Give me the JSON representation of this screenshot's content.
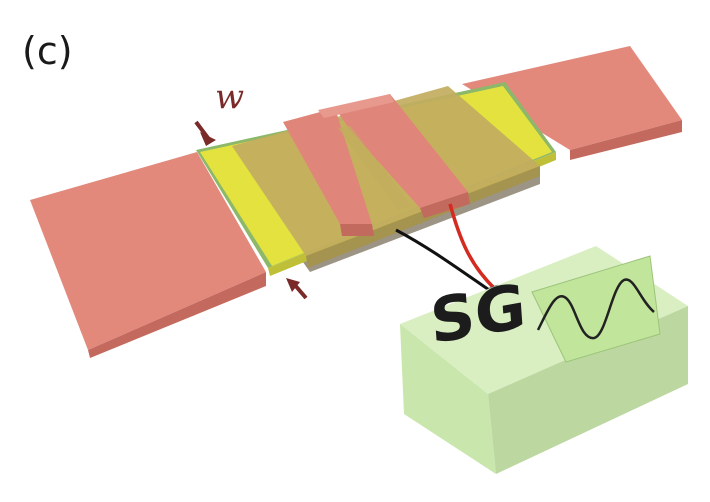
{
  "panel_label": "(c)",
  "width_symbol": "w",
  "generator_label": "SG",
  "colors": {
    "contact_pad": "#e2897c",
    "contact_pad_side": "#c4695d",
    "yellow_layer": "#e3e23e",
    "yellow_side": "#bfc037",
    "green_edge": "#8db86a",
    "gold_layer": "#c2ad5f",
    "gold_side": "#a59350",
    "substrate_side": "#9c9484",
    "antenna": "#e08579",
    "antenna_side": "#c26a5e",
    "arrow": "#7a2a28",
    "wire_signal": "#d42a1f",
    "wire_ground": "#111111",
    "generator_body": "#d9efc2",
    "generator_side": "#bcd8a0",
    "generator_screen": "#c2e59c",
    "waveform": "#222222"
  },
  "icons": [
    "sine-wave-icon",
    "arrow-down-icon",
    "arrow-up-icon"
  ]
}
